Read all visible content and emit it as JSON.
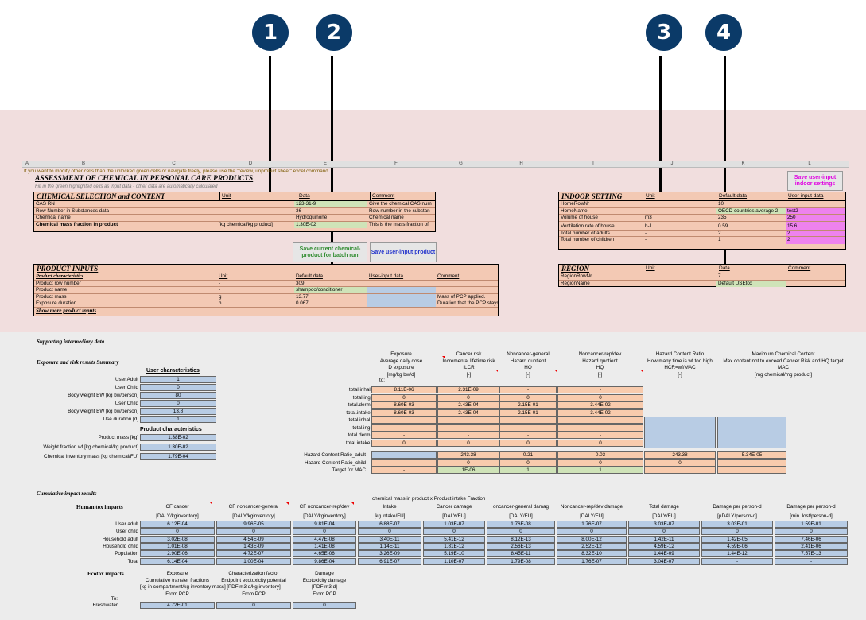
{
  "callouts": [
    "1",
    "2",
    "3",
    "4"
  ],
  "columns": [
    "A",
    "B",
    "C",
    "D",
    "E",
    "F",
    "G",
    "H",
    "I",
    "J",
    "K",
    "L"
  ],
  "banner": "If you want to modify other cells than the unlocked green cells or navigate freely, please use the \"review, unprotect sheet\" excel command",
  "title": "ASSESSMENT OF CHEMICAL IN PERSONAL CARE PRODUCTS",
  "subtitle": "Fill in the green highlighted cells as input data - other data are automatically calculated",
  "chem": {
    "header": [
      "CHEMICAL SELECTION and CONTENT",
      "Unit",
      "Data",
      "Comment"
    ],
    "rows": [
      [
        "CAS RN",
        "",
        "123-31-9",
        "Give the chemical CAS num"
      ],
      [
        "Row Number in Substances data",
        "",
        "36",
        "Row number in the substan"
      ],
      [
        "Chemical name",
        "",
        "Hydroquinone",
        "Chemical name"
      ],
      [
        "Chemical mass fraction in product",
        "[kg chemical/kg product]",
        "1.30E-02",
        "This is the mass fraction of"
      ]
    ]
  },
  "buttons": {
    "save_chem": "Save current chemical-product for batch run",
    "save_product": "Save user-input product",
    "save_indoor": "Save user-input indoor settings"
  },
  "product": {
    "header": "PRODUCT INPUTS",
    "colheads": [
      "Product characteristics",
      "Unit",
      "Default data",
      "User-input data",
      "Comment"
    ],
    "rows": [
      [
        "Product row number",
        "-",
        "309",
        "",
        ""
      ],
      [
        "Product name",
        "-",
        "shampoo/conditioner",
        "",
        ""
      ],
      [
        "Product mass",
        "g",
        "13.77",
        "",
        "Mass of PCP applied."
      ],
      [
        "Exposure duration",
        "h",
        "0.067",
        "",
        "Duration that the PCP stays on the skin."
      ]
    ],
    "more": "Show more product inputs"
  },
  "indoor": {
    "header": [
      "INDOOR SETTING",
      "Unit",
      "Default data",
      "User-input data"
    ],
    "rows": [
      [
        "HomeRowNr",
        "",
        "10",
        ""
      ],
      [
        "HomeName",
        "",
        "OECD countries average 2",
        "test2"
      ],
      [
        "Volume of house",
        "m3",
        "235",
        "250"
      ],
      [
        "Ventilation rate of house",
        "h-1",
        "0.59",
        "15.6"
      ],
      [
        "Total number of adults",
        "-",
        "2",
        "2"
      ],
      [
        "Total number of children",
        "-",
        "1",
        "2"
      ]
    ]
  },
  "region": {
    "header": [
      "REGION",
      "Unit",
      "Data",
      "Comment"
    ],
    "rows": [
      [
        "RegionRowNr",
        "",
        "7",
        ""
      ],
      [
        "RegionName",
        "",
        "Default USEtox",
        ""
      ]
    ]
  },
  "supporting": "Supporting intermediary data",
  "exposure_title": "Exposure and risk results Summary",
  "user_char": {
    "title": "User characteristics",
    "rows": [
      [
        "User Adult",
        "1"
      ],
      [
        "User Child",
        "0"
      ],
      [
        "Body weight BW [kg bw/person]",
        "80"
      ],
      [
        "User Child",
        "0"
      ],
      [
        "Body weight BW [kg bw/person]",
        "13.8"
      ],
      [
        "Use duration [d]",
        "1"
      ]
    ]
  },
  "prod_char": {
    "title": "Product characteristics",
    "rows": [
      [
        "Product mass [kg]",
        "1.38E-02"
      ],
      [
        "Weight fraction wf [kg chemical/kg product]",
        "1.30E-02"
      ],
      [
        "Chemical inventory mass [kg chemical/FU]",
        "1.79E-04"
      ]
    ]
  },
  "risk_heads": [
    [
      "Exposure",
      "Average daily dose",
      "D exposure",
      "[mg/kg bw/d]"
    ],
    [
      "Cancer risk",
      "Incremental lifetime risk",
      "ILCR",
      "[-]"
    ],
    [
      "Noncancer-general",
      "Hazard quotient",
      "HQ",
      "[-]"
    ],
    [
      "Noncancer-rep/dev",
      "Hazard quotient",
      "HQ",
      "[-]"
    ],
    [
      "Hazard Content Ratio",
      "How many time is wf too high",
      "HCR=wf/MAC",
      "[-]"
    ],
    [
      "Maximum Chemical Content",
      "Max content not to exceed Cancer Risk and HQ target",
      "MAC",
      "[mg chemical/mg product]"
    ]
  ],
  "risk_to": "to:",
  "risk_rows": [
    [
      "total.inhal.userA",
      "8.11E-06",
      "2.31E-09",
      "-",
      "-"
    ],
    [
      "total.ing.userA",
      "0",
      "0",
      "0",
      "0"
    ],
    [
      "total.derm.userA",
      "8.60E-03",
      "2.43E-04",
      "2.15E-01",
      "3.44E-02"
    ],
    [
      "total.intake.userA",
      "8.60E-03",
      "2.43E-04",
      "2.15E-01",
      "3.44E-02"
    ],
    [
      "total.inhal.userC",
      "-",
      "-",
      "-",
      "-"
    ],
    [
      "total.ing.userC",
      "-",
      "-",
      "-",
      "-"
    ],
    [
      "total.derm.userC",
      "-",
      "-",
      "-",
      "-"
    ],
    [
      "total.intake.userC",
      "0",
      "0",
      "0",
      "0"
    ]
  ],
  "hcr_rows": [
    [
      "Hazard Content Ratio_adult",
      "",
      "243.38",
      "0.21",
      "0.03",
      "243.38",
      "5.34E-05"
    ],
    [
      "Hazard Content Ratio_child",
      "-",
      "0",
      "0",
      "0",
      "0",
      "-"
    ],
    [
      "Target for MAC",
      "-",
      "1E-06",
      "1",
      "1",
      "",
      ""
    ]
  ],
  "cumulative_title": "Cumulative impact results",
  "human_label": "Human tox impacts",
  "chem_mass_note": "chemical mass in product x Product intake Fraction",
  "human_heads": [
    [
      "CF cancer",
      "[DALY/kginventory]"
    ],
    [
      "CF noncancer-general",
      "[DALY/kginventory]"
    ],
    [
      "CF noncancer-rep/dev",
      "[DALY/kginventory]"
    ],
    [
      "Intake",
      "[kg intake/FU]"
    ],
    [
      "Cancer damage",
      "[DALY/FU]"
    ],
    [
      "oncancer-general damag",
      "[DALY/FU]"
    ],
    [
      "Noncancer-rep/dev damage",
      "[DALY/FU]"
    ],
    [
      "Total damage",
      "[DALY/FU]"
    ],
    [
      "Damage per person-d",
      "[μDALY/person-d]"
    ],
    [
      "Damage per person-d",
      "[min. lost/person-d]"
    ]
  ],
  "human_rows": [
    [
      "User adult",
      "6.12E-04",
      "9.96E-05",
      "9.81E-04",
      "6.88E-07",
      "1.03E-07",
      "1.76E-08",
      "1.76E-07",
      "3.03E-07",
      "3.03E-01",
      "1.59E-01"
    ],
    [
      "User child",
      "0",
      "0",
      "0",
      "0",
      "0",
      "0",
      "0",
      "0",
      "0",
      "0"
    ],
    [
      "Household adult",
      "3.02E-08",
      "4.54E-09",
      "4.47E-08",
      "3.40E-11",
      "5.41E-12",
      "8.12E-13",
      "8.00E-12",
      "1.42E-11",
      "1.42E-05",
      "7.46E-06"
    ],
    [
      "Household child",
      "1.01E-08",
      "1.43E-09",
      "1.41E-08",
      "1.14E-11",
      "1.81E-12",
      "2.56E-13",
      "2.52E-12",
      "4.59E-12",
      "4.59E-06",
      "2.41E-06"
    ],
    [
      "Population",
      "2.90E-06",
      "4.72E-07",
      "4.65E-06",
      "3.26E-09",
      "5.19E-10",
      "8.45E-11",
      "8.32E-10",
      "1.44E-09",
      "1.44E-12",
      "7.57E-13"
    ],
    [
      "Total",
      "6.14E-04",
      "1.00E-04",
      "9.86E-04",
      "6.91E-07",
      "1.10E-07",
      "1.79E-08",
      "1.76E-07",
      "3.04E-07",
      "-",
      "-"
    ]
  ],
  "eco_label": "Ecotox impacts",
  "eco_heads": [
    [
      "Exposure",
      "Cumulative transfer fractions",
      "[kg in compartment/kg inventory mass]",
      "From PCP"
    ],
    [
      "Characterization factor",
      "Endpoint ecotoxicity potential",
      "[PDF m3 d/kg inventory]",
      "From PCP"
    ],
    [
      "Damage",
      "Ecotoxicity damage",
      "[PDF m3 d]",
      "From PCP"
    ]
  ],
  "eco_to": "To:",
  "eco_rows": [
    [
      "Freshwater",
      "4.72E-01",
      "0",
      "0"
    ]
  ]
}
